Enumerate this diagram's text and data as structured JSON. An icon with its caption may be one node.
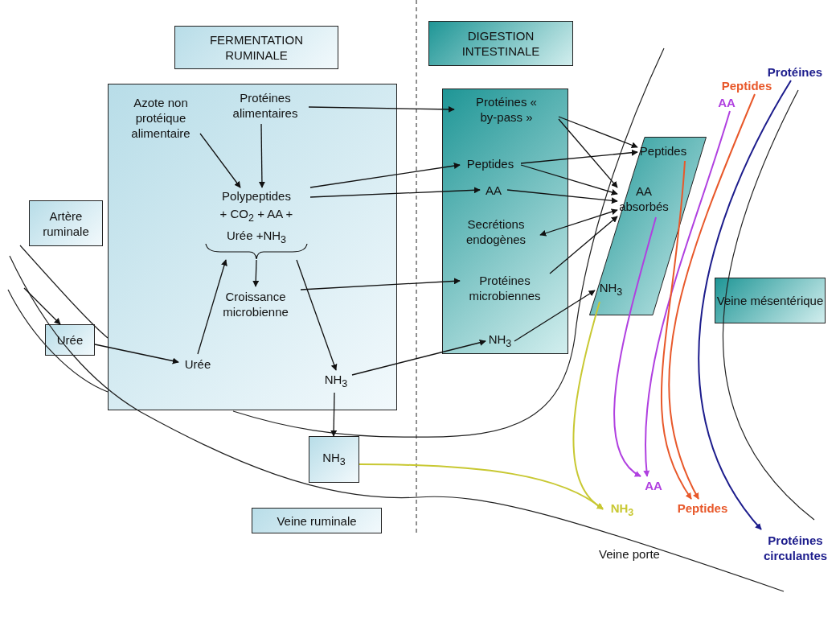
{
  "diagram": {
    "nodes": [
      {
        "text": [
          "FERMENTATION RUMINALE"
        ]
      },
      {
        "text": [
          "DIGESTION INTESTINALE"
        ]
      },
      {
        "text": [],
        "shape": "box"
      },
      {
        "text": [
          "Azote non protéique alimentaire"
        ],
        "in": 2
      },
      {
        "text": [
          "Protéines alimentaires"
        ],
        "in": 2
      },
      {
        "text": [
          "Polypeptides + CO$_{2}$ + AA + Urée +NH$_{3}$"
        ],
        "in": 2
      },
      {
        "text": [
          "Croissance microbienne"
        ],
        "in": 2
      },
      {
        "text": [
          "Urée"
        ],
        "in": 2
      },
      {
        "text": [
          "NH$_{3}$"
        ],
        "in": 2
      },
      {
        "text": [
          "Artère ruminale"
        ]
      },
      {
        "text": [
          "Urée"
        ]
      },
      {
        "text": [
          "NH$_{3}$"
        ]
      },
      {
        "text": [
          "Veine ruminale"
        ]
      },
      {
        "text": [],
        "shape": "box"
      },
      {
        "text": [
          "Protéines « by-pass »"
        ],
        "in": 13
      },
      {
        "text": [
          "Peptides"
        ],
        "in": 13
      },
      {
        "text": [
          "AA"
        ],
        "in": 13
      },
      {
        "text": [
          "Secrétions endogènes"
        ],
        "in": 13
      },
      {
        "text": [
          "Protéines microbiennes"
        ],
        "in": 13
      },
      {
        "text": [
          "NH$_{3}$"
        ],
        "in": 13
      },
      {
        "text": [],
        "shape": "parallelogram"
      },
      {
        "text": [
          "Peptides"
        ],
        "in": 20
      },
      {
        "text": [
          "AA absorbés"
        ],
        "in": 20
      },
      {
        "text": [
          "NH$_{3}$"
        ],
        "in": 20
      },
      {
        "text": [
          "Veine mésentérique"
        ]
      },
      {
        "text": [
          "Protéines"
        ]
      },
      {
        "text": [
          "Peptides"
        ]
      },
      {
        "text": [
          "AA"
        ]
      },
      {
        "text": [
          "AA"
        ]
      },
      {
        "text": [
          "Peptides"
        ]
      },
      {
        "text": [
          "Protéines circulantes"
        ]
      },
      {
        "text": [
          "NH$_{3}$"
        ]
      }
    ],
    "edges": [
      {
        "from": 3,
        "to": 5,
        "arrow": "to"
      },
      {
        "from": 4,
        "to": 5,
        "arrow": "to"
      },
      {
        "from": 4,
        "to": 14,
        "arrow": "to"
      },
      {
        "from": 5,
        "to": 15,
        "arrow": "to"
      },
      {
        "from": 5,
        "to": 16,
        "arrow": "to"
      },
      {
        "from": 5,
        "to": 6,
        "arrow": "to"
      },
      {
        "from": 7,
        "to": 5,
        "arrow": "to"
      },
      {
        "from": 5,
        "to": 8,
        "arrow": "to"
      },
      {
        "from": 6,
        "to": 18,
        "arrow": "to"
      },
      {
        "from": 8,
        "to": 19,
        "arrow": "to"
      },
      {
        "from": 8,
        "to": 11,
        "arrow": "to"
      },
      {
        "from": null,
        "to": 10,
        "arrow": "to"
      },
      {
        "from": 10,
        "to": 7,
        "arrow": "to"
      },
      {
        "from": 14,
        "to": 21,
        "arrow": "to"
      },
      {
        "from": 14,
        "to": 22,
        "arrow": "to"
      },
      {
        "from": 15,
        "to": 21,
        "arrow": "to"
      },
      {
        "from": 15,
        "to": 22,
        "arrow": "to"
      },
      {
        "from": 16,
        "to": 22,
        "arrow": "to"
      },
      {
        "from": 17,
        "to": 22,
        "arrow": "both"
      },
      {
        "from": 18,
        "to": 22,
        "arrow": "to"
      },
      {
        "from": 19,
        "to": 23,
        "arrow": "to"
      },
      {
        "from": 27,
        "to": 28,
        "arrow": "to",
        "color": "#b040e0"
      },
      {
        "from": 22,
        "to": 28,
        "arrow": "to",
        "color": "#b040e0"
      },
      {
        "from": 26,
        "to": 29,
        "arrow": "to",
        "color": "#e8582a"
      },
      {
        "from": 21,
        "to": 29,
        "arrow": "to",
        "color": "#e8582a"
      },
      {
        "from": 25,
        "to": 30,
        "arrow": "to",
        "color": "#1c1c8c"
      },
      {
        "from": 23,
        "to": 31,
        "arrow": "to",
        "color": "#c8c832"
      },
      {
        "from": 11,
        "to": 31,
        "arrow": "to",
        "color": "#c8c832"
      }
    ],
    "labels": [
      "Veine porte"
    ]
  }
}
